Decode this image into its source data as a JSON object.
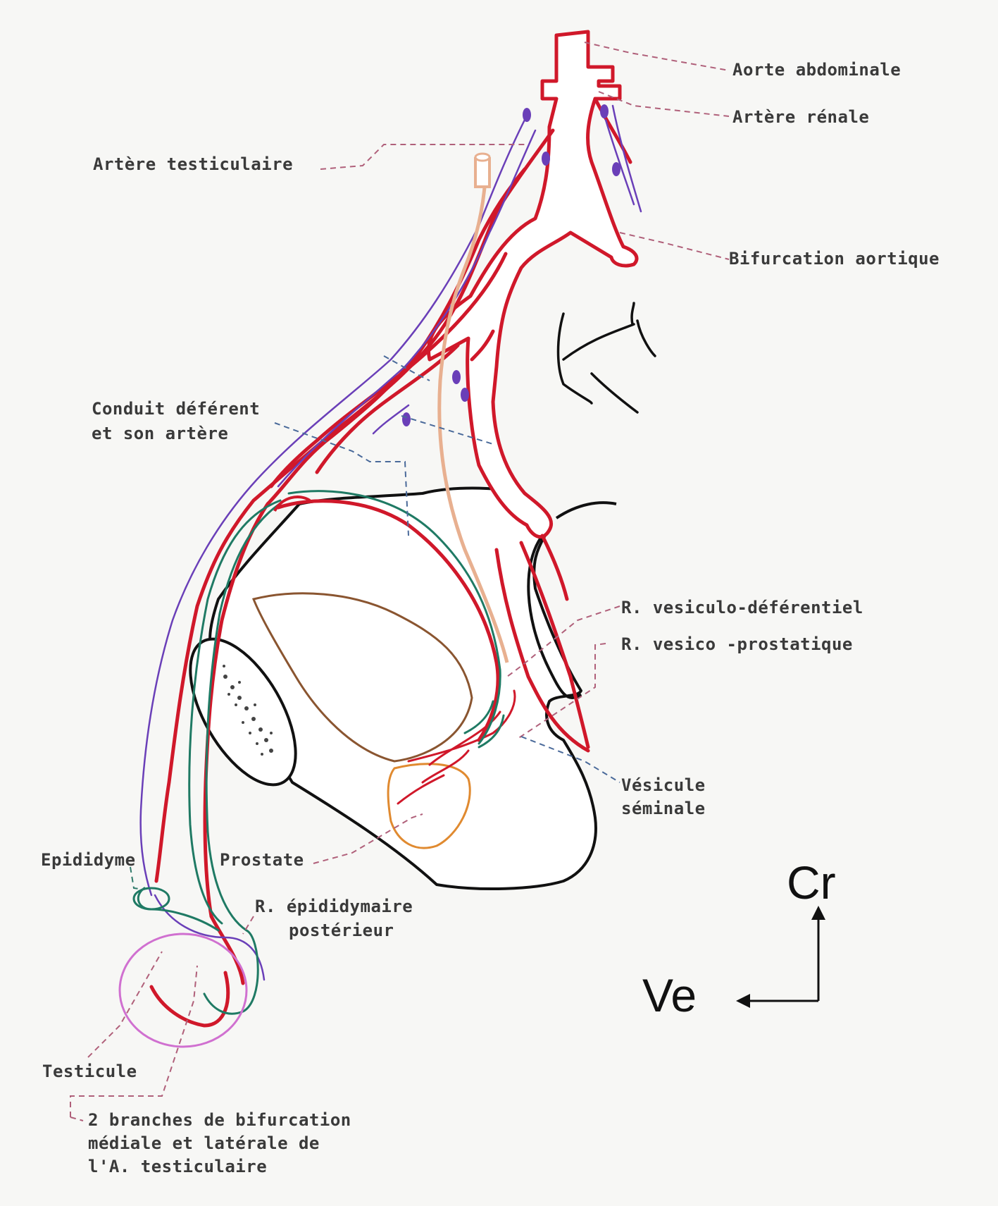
{
  "labels": {
    "aorte": "Aorte abdominale",
    "renale": "Artère rénale",
    "testiculaire": "Artère testiculaire",
    "bifurcation": "Bifurcation aortique",
    "conduit_1": "Conduit déférent",
    "conduit_2": "et son artère",
    "vesiculo": "R. vesiculo-déférentiel",
    "vesico": "R. vesico  -prostatique",
    "vesicule_1": "Vésicule",
    "vesicule_2": "séminale",
    "epididyme": "Epididyme",
    "prostate": "Prostate",
    "rep_1": "R. épididymaire",
    "rep_2": "postérieur",
    "testicule": "Testicule",
    "branches_1": "2 branches de bifurcation",
    "branches_2": "médiale et latérale de",
    "branches_3": "l'A. testiculaire"
  },
  "orientation": {
    "cranial": "Cr",
    "ventral": "Ve"
  },
  "colors": {
    "artery": "#d0182a",
    "vein": "#6a3fb8",
    "nerve": "#1f7a64",
    "leader": "#b0607a",
    "prostate": "#e08a30",
    "testis": "#d070d0",
    "bladder_inner": "#8a5530"
  }
}
